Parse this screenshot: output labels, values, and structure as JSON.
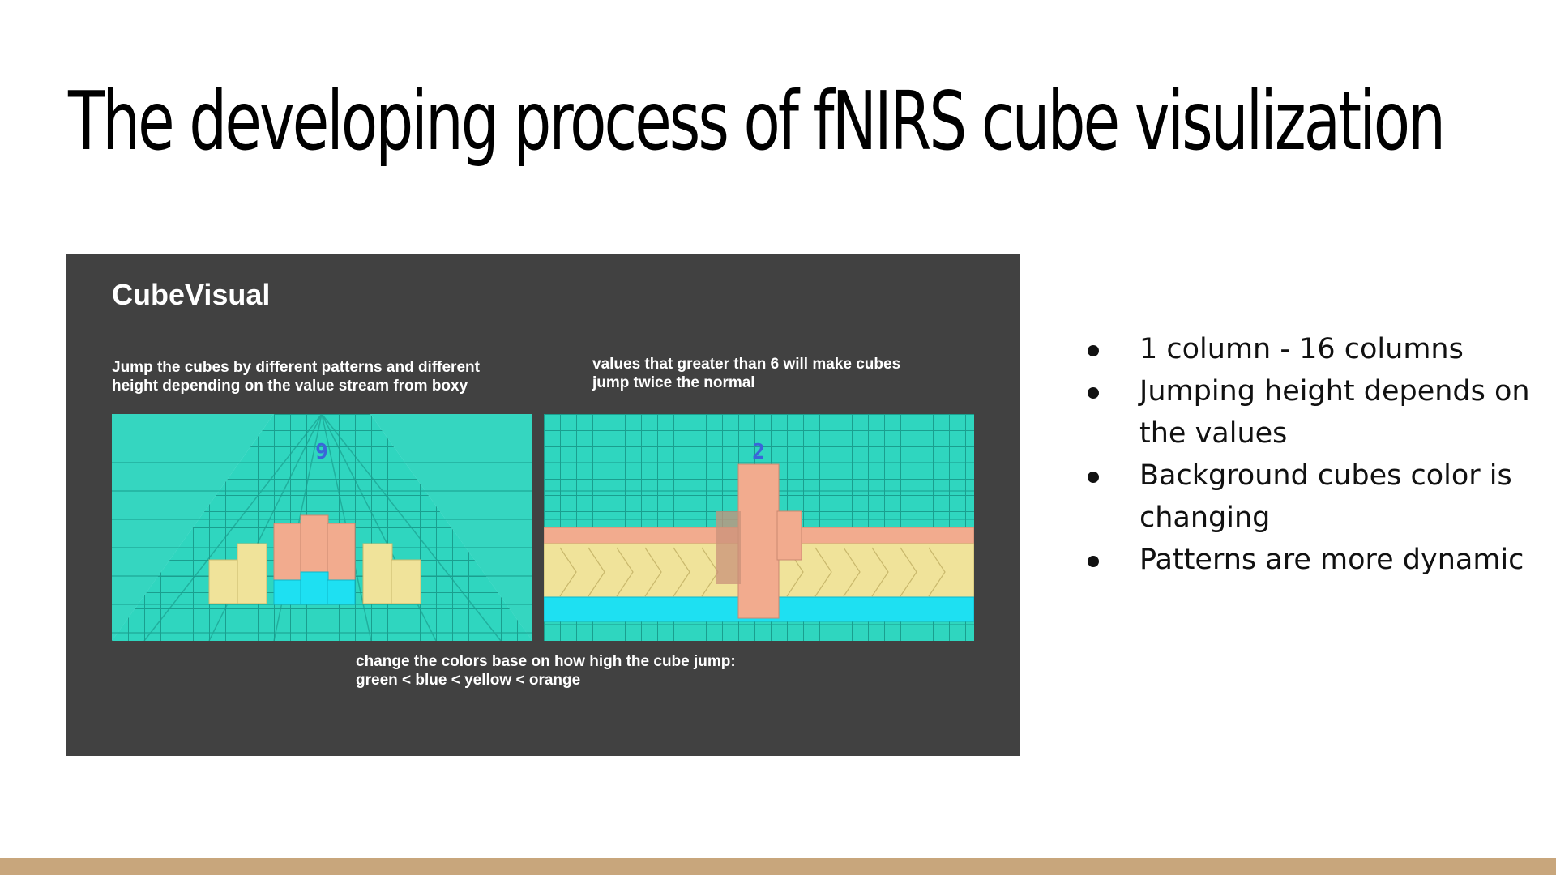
{
  "slide": {
    "title": "The developing process of fNIRS cube visulization",
    "bullets": [
      "1 column - 16 columns",
      "Jumping height depends on the values",
      "Background cubes color is changing",
      "Patterns are more dynamic"
    ]
  },
  "embed": {
    "title": "CubeVisual",
    "caption_left": "Jump the cubes by different patterns and different height depending on the value stream from boxy",
    "caption_right": "values that greater than 6 will make cubes jump twice the normal",
    "caption_bottom": "change the colors base on how high the cube jump: green < blue < yellow < orange",
    "screenshot_left": {
      "number": "9"
    },
    "screenshot_right": {
      "number": "2"
    }
  },
  "colors": {
    "embed_background": "#414141",
    "bottom_bar": "#c8a67c",
    "floor_cube": "#2fd6bf",
    "blue_cube": "#1ee0f2",
    "yellow_cube": "#f0e39a",
    "orange_cube": "#f2ab8e"
  }
}
